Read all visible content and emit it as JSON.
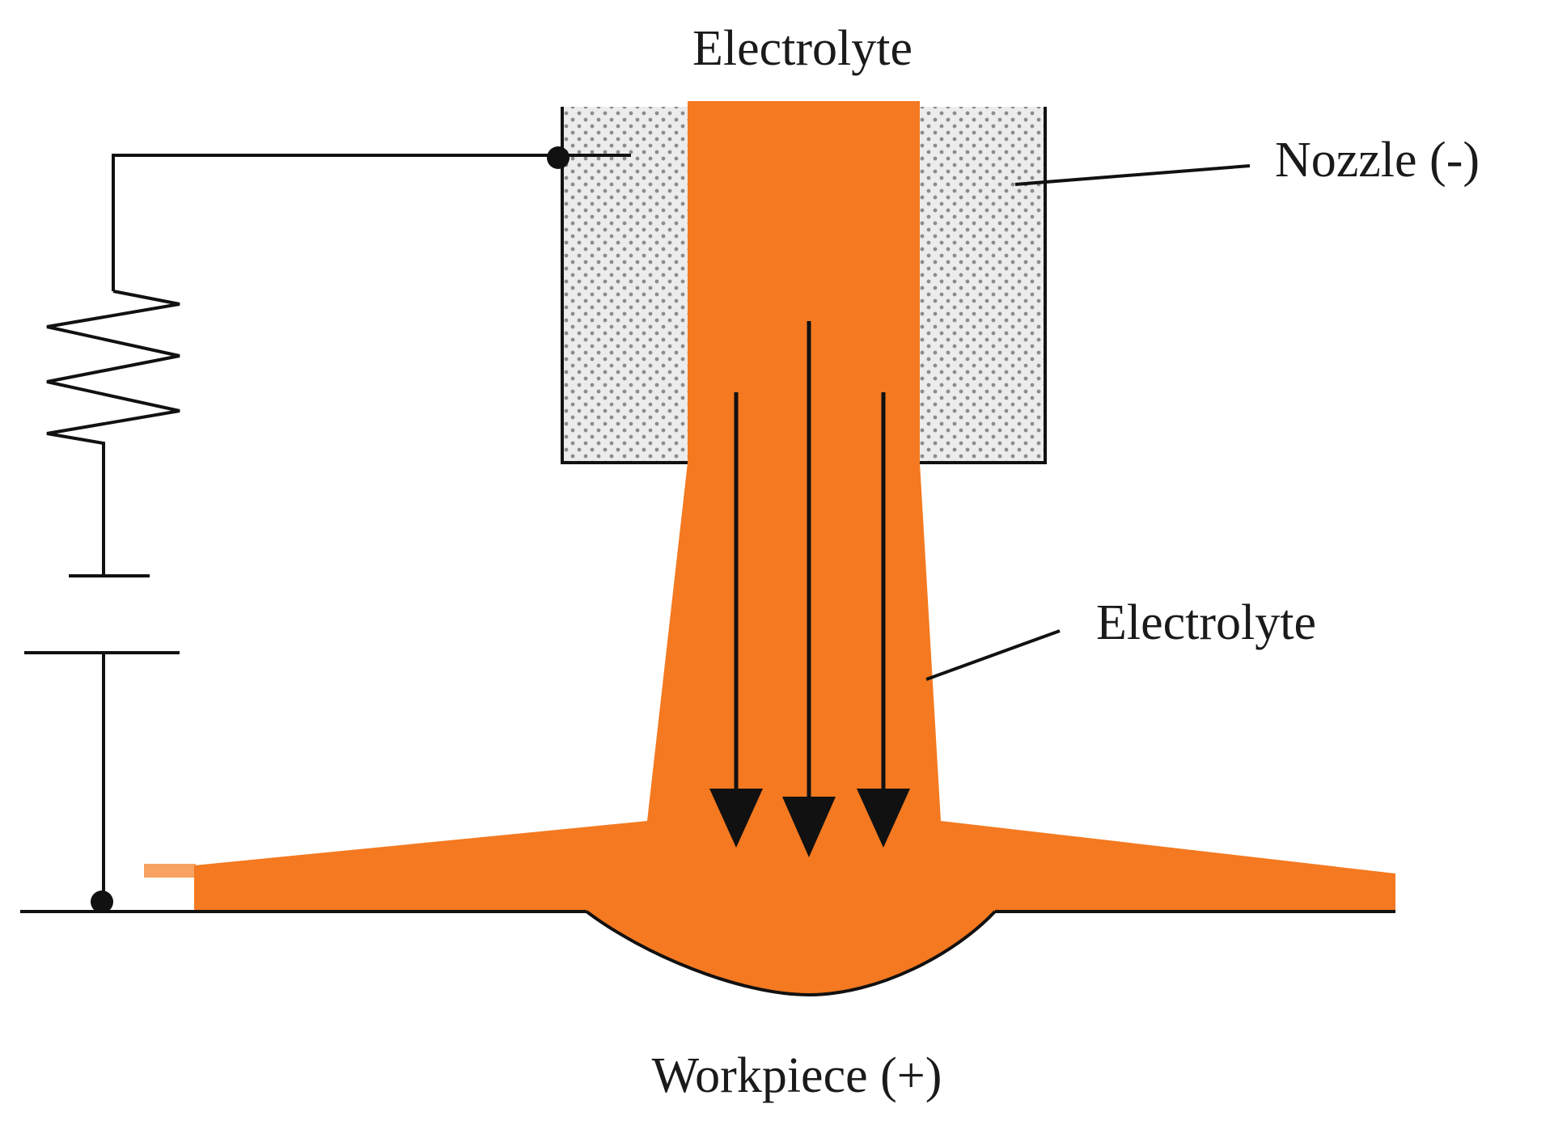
{
  "labels": {
    "electrolyte_top": "Electrolyte",
    "nozzle": "Nozzle (-)",
    "electrolyte_side": "Electrolyte",
    "workpiece": "Workpiece (+)"
  },
  "colors": {
    "electrolyte": "#F47920",
    "nozzle_fill": "#ececec",
    "nozzle_dots": "#8c8c8c",
    "line": "#111111",
    "background": "#ffffff"
  },
  "components": {
    "power_source": "battery",
    "load": "resistor",
    "flow_direction": "downward"
  }
}
